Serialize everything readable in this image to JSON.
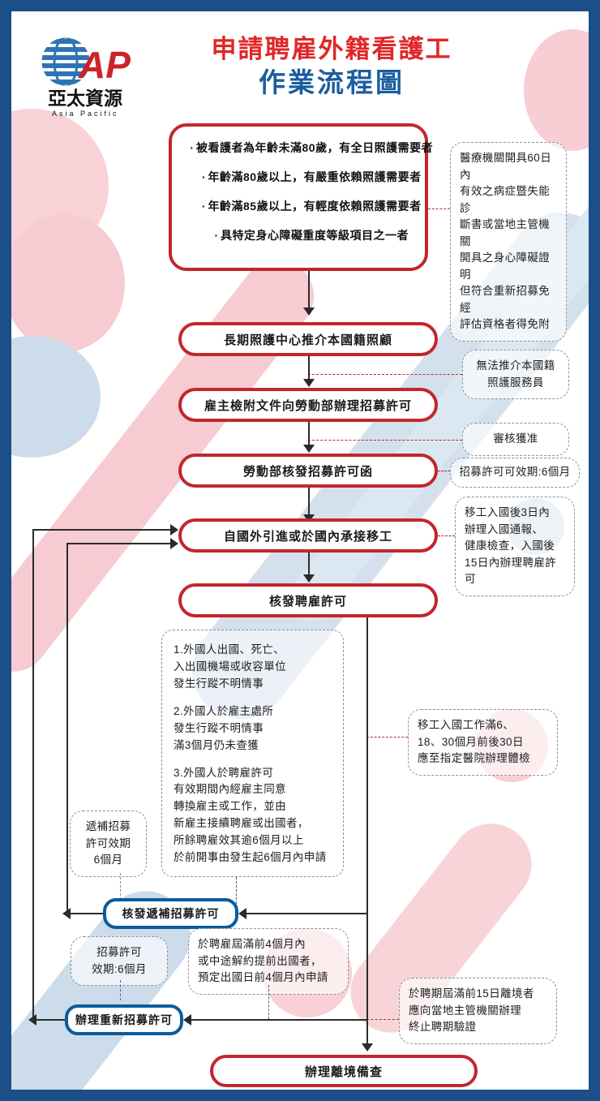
{
  "brand": {
    "name_zh": "亞太資源",
    "name_en": "Asia Pacific",
    "mark": "AP"
  },
  "header": {
    "title_line1": "申請聘雇外籍看護工",
    "title_line2": "作業流程圖"
  },
  "colors": {
    "frame_blue": "#1b4f8a",
    "node_red": "#c1272d",
    "node_blue": "#0b5c9e",
    "title_red": "#e02727",
    "title_blue": "#1b5d9e",
    "note_dash": "#8d8f97"
  },
  "criteria": {
    "items": [
      "被看護者為年齡未滿80歲，有全日照護需要者",
      "年齡滿80歲以上，有嚴重依賴照護需要者",
      "年齡滿85歲以上，有輕度依賴照護需要者",
      "具特定身心障礙重度等級項目之一者"
    ]
  },
  "steps": {
    "s1_referral": "長期照護中心推介本國籍照顧",
    "s2_apply": "雇主檢附文件向勞動部辦理招募許可",
    "s3_issue_letter": "勞動部核發招募許可函",
    "s4_introduce": "自國外引進或於國內承接移工",
    "s5_employ_permit": "核發聘雇許可",
    "s6_supplement_permit": "核發遞補招募許可",
    "s7_rerecruit": "辦理重新招募許可",
    "s8_departure": "辦理離境備查"
  },
  "notes": {
    "medical": "醫療機關開具60日內有效之病症暨失能診斷書或當地主管機關開具之身心障礙證明但符合重新招募免經評估資格者得免附",
    "medical_lines": [
      "醫療機關開具60日內",
      "有效之病症暨失能診",
      "斷書或當地主管機關",
      "開具之身心障礙證明",
      "但符合重新招募免經",
      "評估資格者得免附"
    ],
    "no_local": [
      "無法推介本國籍",
      "照護服務員"
    ],
    "approved": "審核獲准",
    "permit_valid": "招募許可可效期:6個月",
    "entry": [
      "移工入國後3日內",
      "辦理入國通報、",
      "健康檢查，入國後",
      "15日內辦理聘雇許可"
    ],
    "health_check": [
      "移工入國工作滿6、",
      "18、30個月前後30日",
      "應至指定醫院辦理體檢"
    ],
    "supplement_valid": [
      "遞補招募",
      "許可效期",
      "6個月"
    ],
    "recruit_valid": [
      "招募許可",
      "效期:6個月"
    ],
    "pre_expiry": [
      "於聘雇屆滿前4個月內",
      "或中途解約提前出國者，",
      "預定出國日前4個月內申請"
    ],
    "termination": [
      "於聘期屆滿前15日離境者",
      "應向當地主管機關辦理",
      "終止聘期驗證"
    ]
  },
  "conditions": {
    "items": [
      [
        "1.外國人出國、死亡、",
        "入出國機場或收容單位",
        "發生行蹤不明情事"
      ],
      [
        "2.外國人於雇主處所",
        "發生行蹤不明情事",
        "滿3個月仍未查獲"
      ],
      [
        "3.外國人於聘雇許可",
        "有效期間內經雇主同意",
        "轉換雇主或工作，並由",
        "新雇主接續聘雇或出國者，",
        "所餘聘雇效其逾6個月以上",
        "於前開事由發生起6個月內申請"
      ]
    ]
  }
}
